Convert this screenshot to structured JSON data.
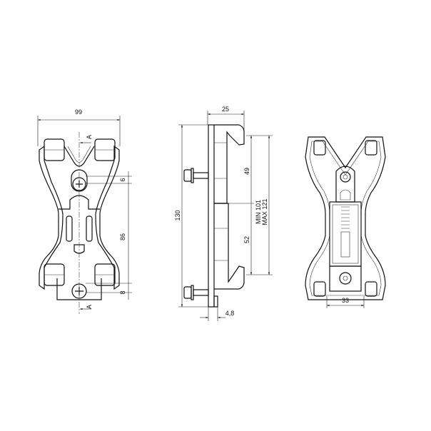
{
  "front_view": {
    "width_dim": "99",
    "top_hole_dim": "6",
    "hole_spacing_dim": "86",
    "bottom_hole_dim": "8",
    "section_top": "A",
    "section_bottom": "A"
  },
  "side_view": {
    "depth_dim": "25",
    "height_dim": "130",
    "upper_dim": "49",
    "lower_dim": "52",
    "min_range": "MIN 101",
    "max_range": "MAX 121",
    "plate_thickness_dim": "4,8"
  },
  "rear_view": {
    "inner_width_dim": "33"
  }
}
